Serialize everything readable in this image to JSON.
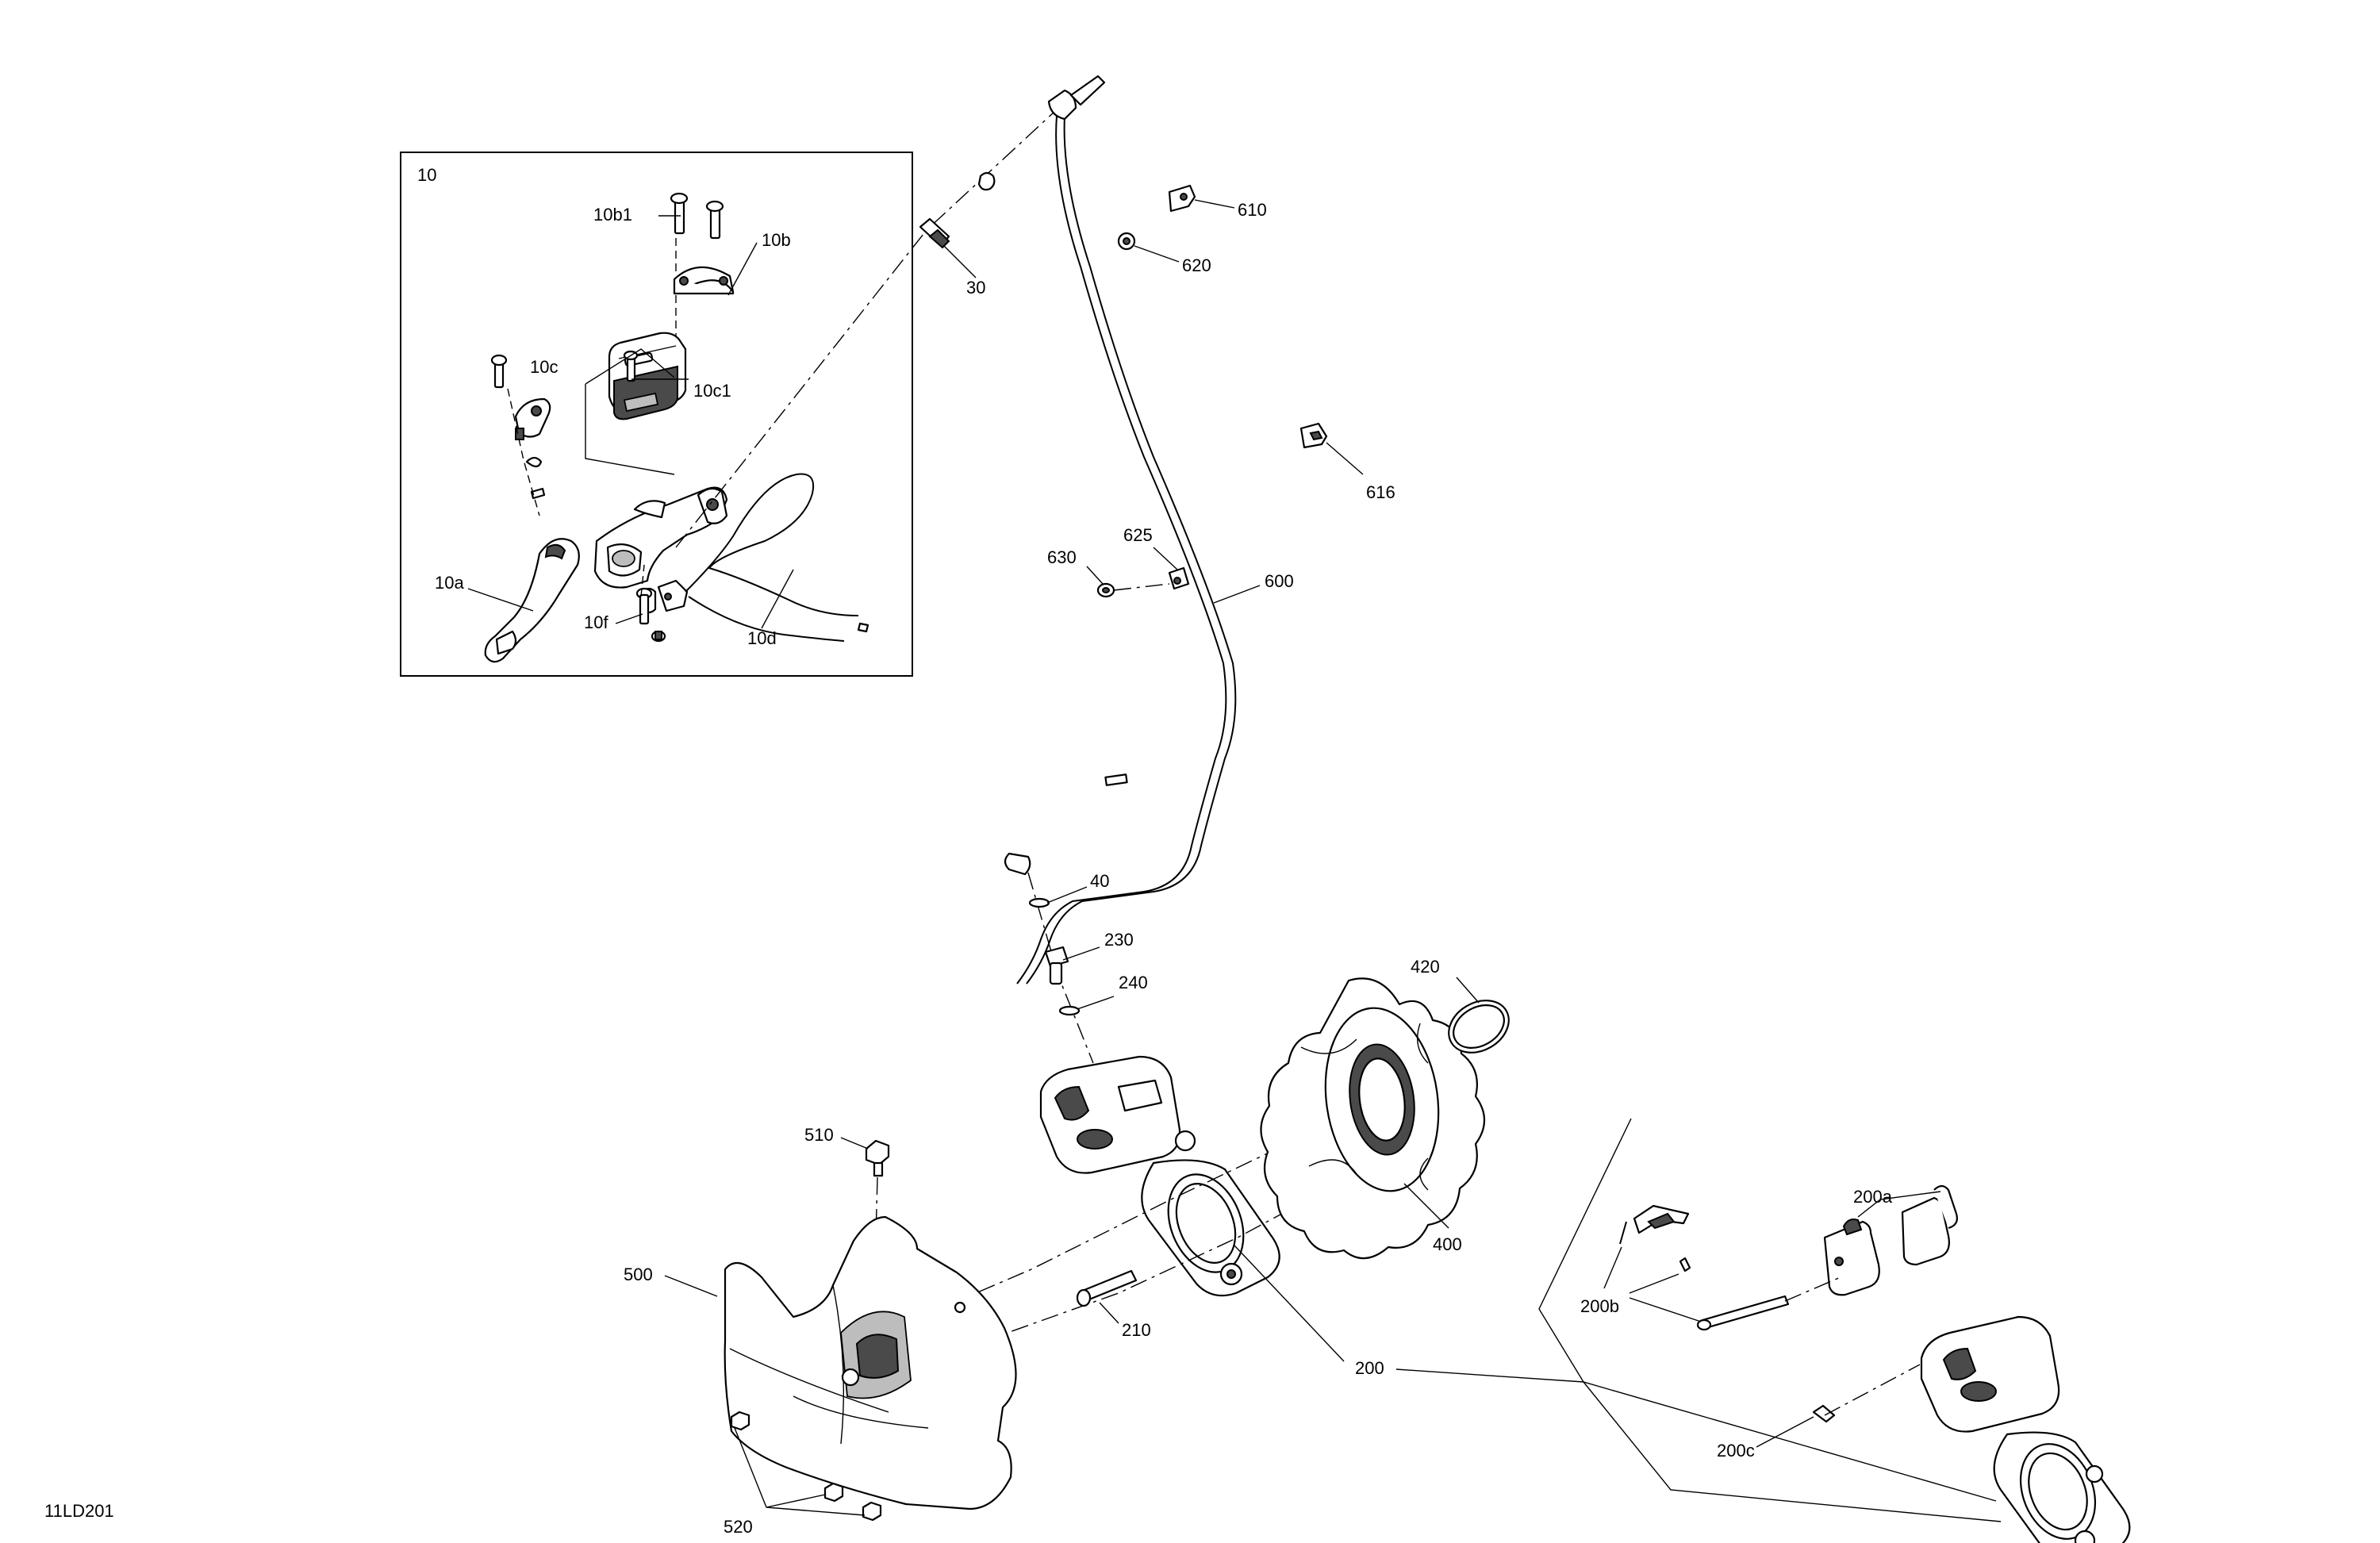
{
  "diagram_id": "11LD201",
  "colors": {
    "line": "#000000",
    "background": "#ffffff",
    "shade": "#4a4a4a"
  },
  "labels": {
    "l10": "10",
    "l10b1": "10b1",
    "l10b": "10b",
    "l10c": "10c",
    "l10c1": "10c1",
    "l10a": "10a",
    "l10f": "10f",
    "l10d": "10d",
    "l30": "30",
    "l610": "610",
    "l620": "620",
    "l616": "616",
    "l625": "625",
    "l630": "630",
    "l600": "600",
    "l40": "40",
    "l230": "230",
    "l240": "240",
    "l420": "420",
    "l400": "400",
    "l510": "510",
    "l500": "500",
    "l210": "210",
    "l200": "200",
    "l200a": "200a",
    "l200b": "200b",
    "l200c": "200c",
    "l520": "520"
  }
}
